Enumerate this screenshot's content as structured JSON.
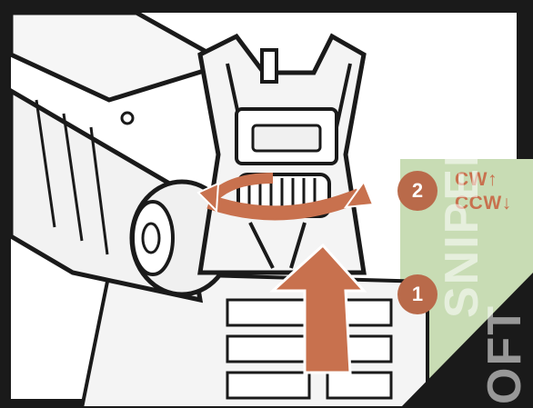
{
  "steps": [
    {
      "number": "1"
    },
    {
      "number": "2"
    }
  ],
  "rotation": {
    "clockwise_label": "CW↑",
    "counterclockwise_label": "CCW↓"
  },
  "watermark": {
    "line1": "SNIPER",
    "line2": "OFT"
  },
  "colors": {
    "arrow": "#c8714e",
    "badge": "#b96a4a",
    "label": "#c8714e",
    "panel": "#c8dcb4",
    "outline": "#1a1a1a",
    "background": "#ffffff"
  },
  "icons": [
    "up-arrow-icon",
    "rotation-arrow-icon"
  ]
}
